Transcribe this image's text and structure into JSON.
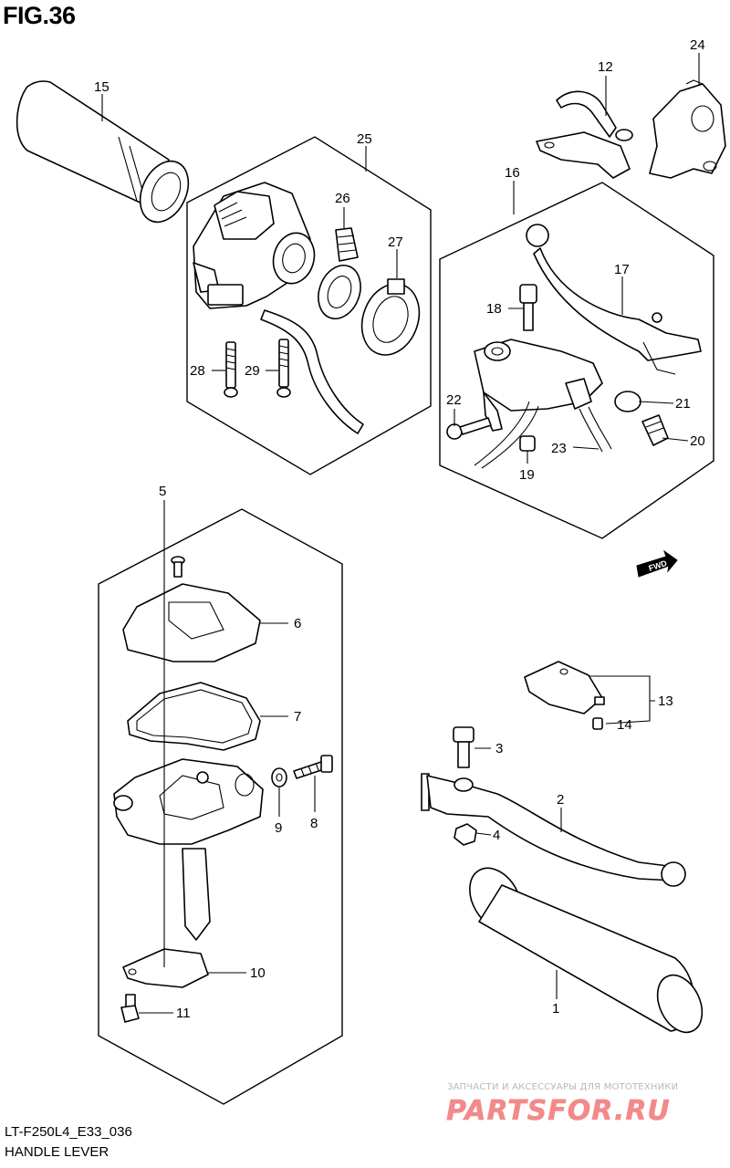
{
  "figure": {
    "title": "FIG.36",
    "model_code": "LT-F250L4_E33_036",
    "name": "HANDLE LEVER"
  },
  "callouts": {
    "p1": "1",
    "p2": "2",
    "p3": "3",
    "p4": "4",
    "p5": "5",
    "p6": "6",
    "p7": "7",
    "p8": "8",
    "p9": "9",
    "p10": "10",
    "p11": "11",
    "p12": "12",
    "p13": "13",
    "p14": "14",
    "p15": "15",
    "p16": "16",
    "p17": "17",
    "p18": "18",
    "p19": "19",
    "p20": "20",
    "p21": "21",
    "p22": "22",
    "p23": "23",
    "p24": "24",
    "p25": "25",
    "p26": "26",
    "p27": "27",
    "p28": "28",
    "p29": "29"
  },
  "direction_badge": "FWD",
  "watermark": {
    "subtitle": "ЗАПЧАСТИ И АКСЕССУАРЫ ДЛЯ МОТОТЕХНИКИ",
    "logo": "PARTSFOR.RU",
    "color": "#f28a8a"
  }
}
